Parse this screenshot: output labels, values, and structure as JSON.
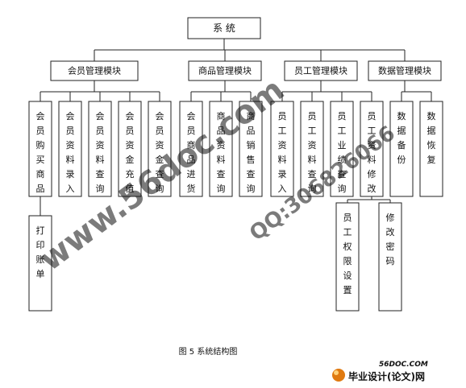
{
  "diagram": {
    "root": {
      "id": "root",
      "label": "系  统"
    },
    "modules": [
      {
        "id": "m1",
        "label": "会员管理模块"
      },
      {
        "id": "m2",
        "label": "商品管理模块"
      },
      {
        "id": "m3",
        "label": "员工管理模块"
      },
      {
        "id": "m4",
        "label": "数据管理模块"
      }
    ],
    "leaves": [
      {
        "id": "l1",
        "parent": "m1",
        "label": "会员购买商品"
      },
      {
        "id": "l2",
        "parent": "m1",
        "label": "会员资料录入"
      },
      {
        "id": "l3",
        "parent": "m1",
        "label": "会员资料查询"
      },
      {
        "id": "l4",
        "parent": "m1",
        "label": "会员资金充值"
      },
      {
        "id": "l5",
        "parent": "m1",
        "label": "会员资金查询"
      },
      {
        "id": "l6",
        "parent": "m2",
        "label": "会员商品进货"
      },
      {
        "id": "l7",
        "parent": "m2",
        "label": "商品资料查询"
      },
      {
        "id": "l8",
        "parent": "m2",
        "label": "商品销售查询"
      },
      {
        "id": "l9",
        "parent": "m3",
        "label": "员工资料录入"
      },
      {
        "id": "l10",
        "parent": "m3",
        "label": "员工资料查询"
      },
      {
        "id": "l11",
        "parent": "m3",
        "label": "员工业绩查询"
      },
      {
        "id": "l12",
        "parent": "m3",
        "label": "员工资料修改"
      },
      {
        "id": "l13",
        "parent": "m4",
        "label": "数据备份"
      },
      {
        "id": "l14",
        "parent": "m4",
        "label": "数据恢复"
      }
    ],
    "subleaves": [
      {
        "id": "s1",
        "parent": "l1",
        "label": "打印账单"
      },
      {
        "id": "s2",
        "parent": "l12",
        "label": "员工权限设置"
      },
      {
        "id": "s3",
        "parent": "l12",
        "label": "修改密码"
      }
    ],
    "caption": "图 5  系统结构图"
  },
  "watermarks": {
    "site": "www.56doc.com",
    "qq": "QQ:306826066",
    "logo_domain": "56DOC.COM",
    "brand": "毕业设计(论文)网"
  },
  "colors": {
    "watermark_red": "#c0392b",
    "logo_orange": "#f0a020",
    "brand_blue": "#2b3f86"
  }
}
